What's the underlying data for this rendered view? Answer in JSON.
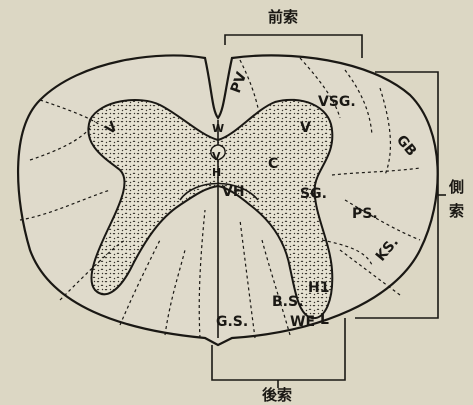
{
  "header_fragment": "",
  "labels": {
    "anterior_funiculus": "前索",
    "posterior_funiculus": "後索",
    "lateral_funiculus": "側索",
    "pv": "PV",
    "vsg": "VSG.",
    "gb": "GB",
    "sg": "SG.",
    "ps": "PS.",
    "ks": "KS.",
    "v_horn": "V",
    "c": "C",
    "vh": "VH",
    "w_top": "W",
    "v_mid": "V",
    "h_mid": "H",
    "gs": "G.S.",
    "bs": "B.S.",
    "we": "WE",
    "l": "L",
    "h1": "H1",
    "left_horn": "V"
  }
}
